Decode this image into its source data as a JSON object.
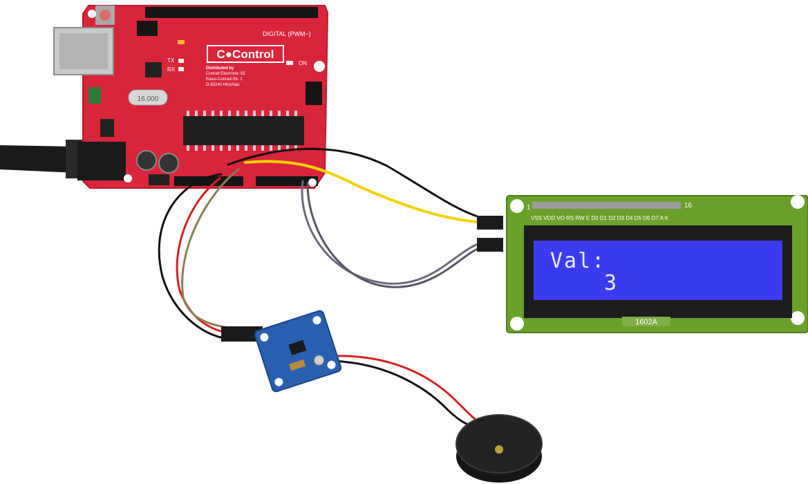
{
  "arduino": {
    "brand": "C●Control",
    "distributor_lines": [
      "Distributed by",
      "Conrad Electronic SE",
      "Klaus-Conrad-Str. 1",
      "D-92240 Hirschau"
    ],
    "digital_label": "DIGITAL (PWM~)",
    "led_on": "ON",
    "led_tx": "TX",
    "led_rx": "RX",
    "crystal": "16.000"
  },
  "lcd": {
    "pin_first": "1",
    "pin_last": "16",
    "pin_labels": "VSS VDD VO RS RW E D0 D1 D2 D3 D4 D5 D6 D7 A K",
    "line1": "Val:",
    "line2": "3",
    "model": "1602A",
    "backlight_color": "#3b3cf0",
    "pcb_color": "#6aa12a"
  },
  "colors": {
    "arduino_pcb": "#d9253a",
    "sensor_pcb": "#2a5fb0",
    "wire_yellow": "#f2d300",
    "wire_red": "#d42020",
    "wire_black": "#111111",
    "wire_gray": "#6a6a78"
  }
}
